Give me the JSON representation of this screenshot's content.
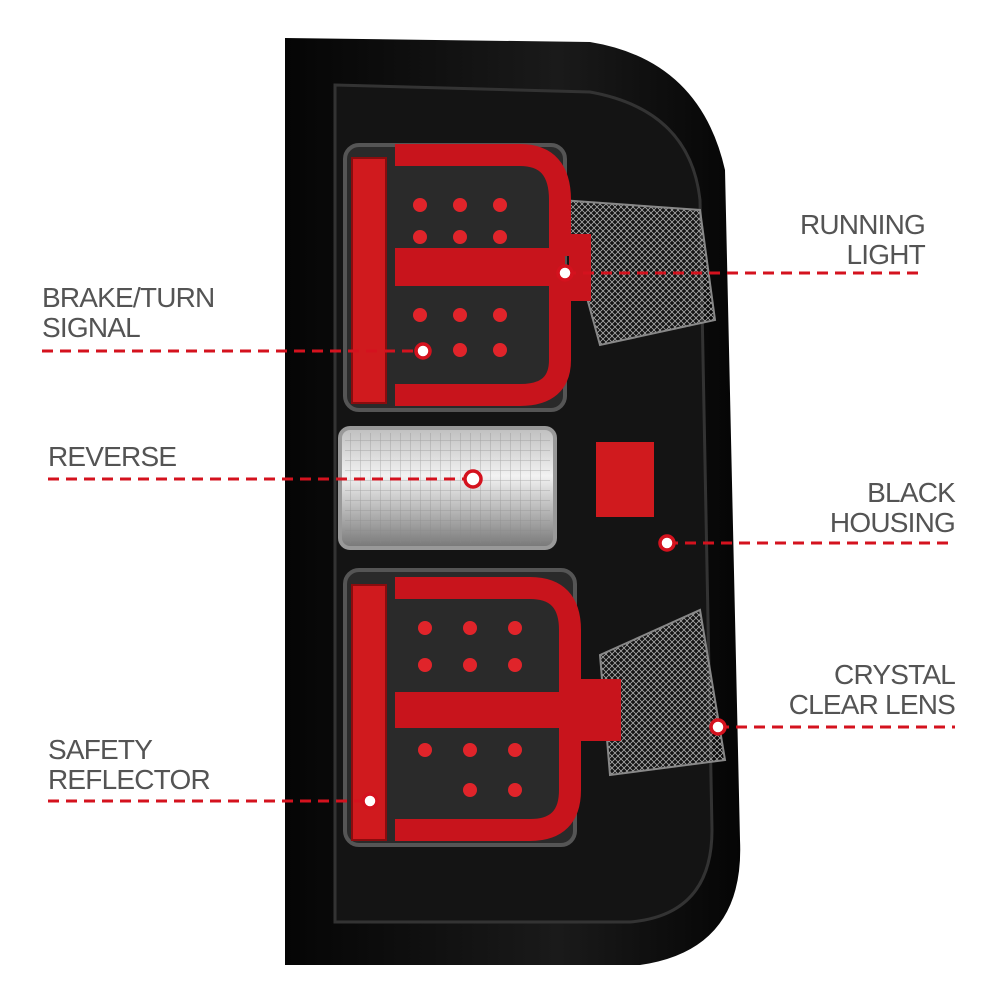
{
  "colors": {
    "accent": "#d4121e",
    "label": "#545454",
    "housing": "#0b0b0b",
    "lens_red": "#c8141c"
  },
  "callouts": [
    {
      "id": "running-light",
      "lines": [
        "RUNNING",
        "LIGHT"
      ]
    },
    {
      "id": "brake-turn-signal",
      "lines": [
        "BRAKE/TURN",
        "SIGNAL"
      ]
    },
    {
      "id": "reverse",
      "lines": [
        "REVERSE"
      ]
    },
    {
      "id": "black-housing",
      "lines": [
        "BLACK",
        "HOUSING"
      ]
    },
    {
      "id": "crystal-clear-lens",
      "lines": [
        "CRYSTAL",
        "CLEAR LENS"
      ]
    },
    {
      "id": "safety-reflector",
      "lines": [
        "SAFETY",
        "REFLECTOR"
      ]
    }
  ]
}
